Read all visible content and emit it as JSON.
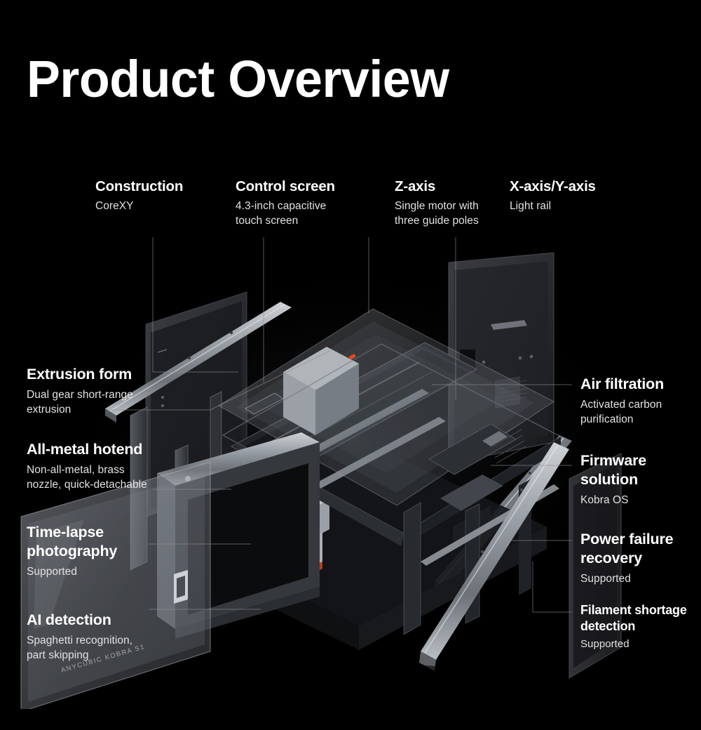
{
  "page": {
    "title": "Product Overview",
    "background_color": "#000000",
    "text_color": "#ffffff",
    "accent_color": "#e8481f"
  },
  "product": {
    "brand_text": "ANYCUBIC KOBRA S1",
    "view": "exploded isometric render of an enclosed CoreXY 3D printer"
  },
  "callouts": {
    "top": [
      {
        "title": "Construction",
        "desc": "CoreXY"
      },
      {
        "title": "Control screen",
        "desc": "4.3-inch capacitive\ntouch screen"
      },
      {
        "title": "Z-axis",
        "desc": "Single motor with\nthree guide poles"
      },
      {
        "title": "X-axis/Y-axis",
        "desc": "Light rail"
      }
    ],
    "left": [
      {
        "title": "Extrusion form",
        "desc": "Dual gear short-range\nextrusion"
      },
      {
        "title": "All-metal hotend",
        "desc": "Non-all-metal, brass\nnozzle, quick-detachable"
      },
      {
        "title": "Time-lapse\nphotography",
        "desc": "Supported"
      },
      {
        "title": "AI detection",
        "desc": "Spaghetti recognition,\npart skipping"
      }
    ],
    "right": [
      {
        "title": "Air filtration",
        "desc": "Activated carbon\npurification"
      },
      {
        "title": "Firmware\nsolution",
        "desc": "Kobra OS"
      },
      {
        "title": "Power failure\nrecovery",
        "desc": "Supported"
      },
      {
        "title": "Filament shortage\ndetection",
        "desc": "Supported"
      }
    ]
  }
}
